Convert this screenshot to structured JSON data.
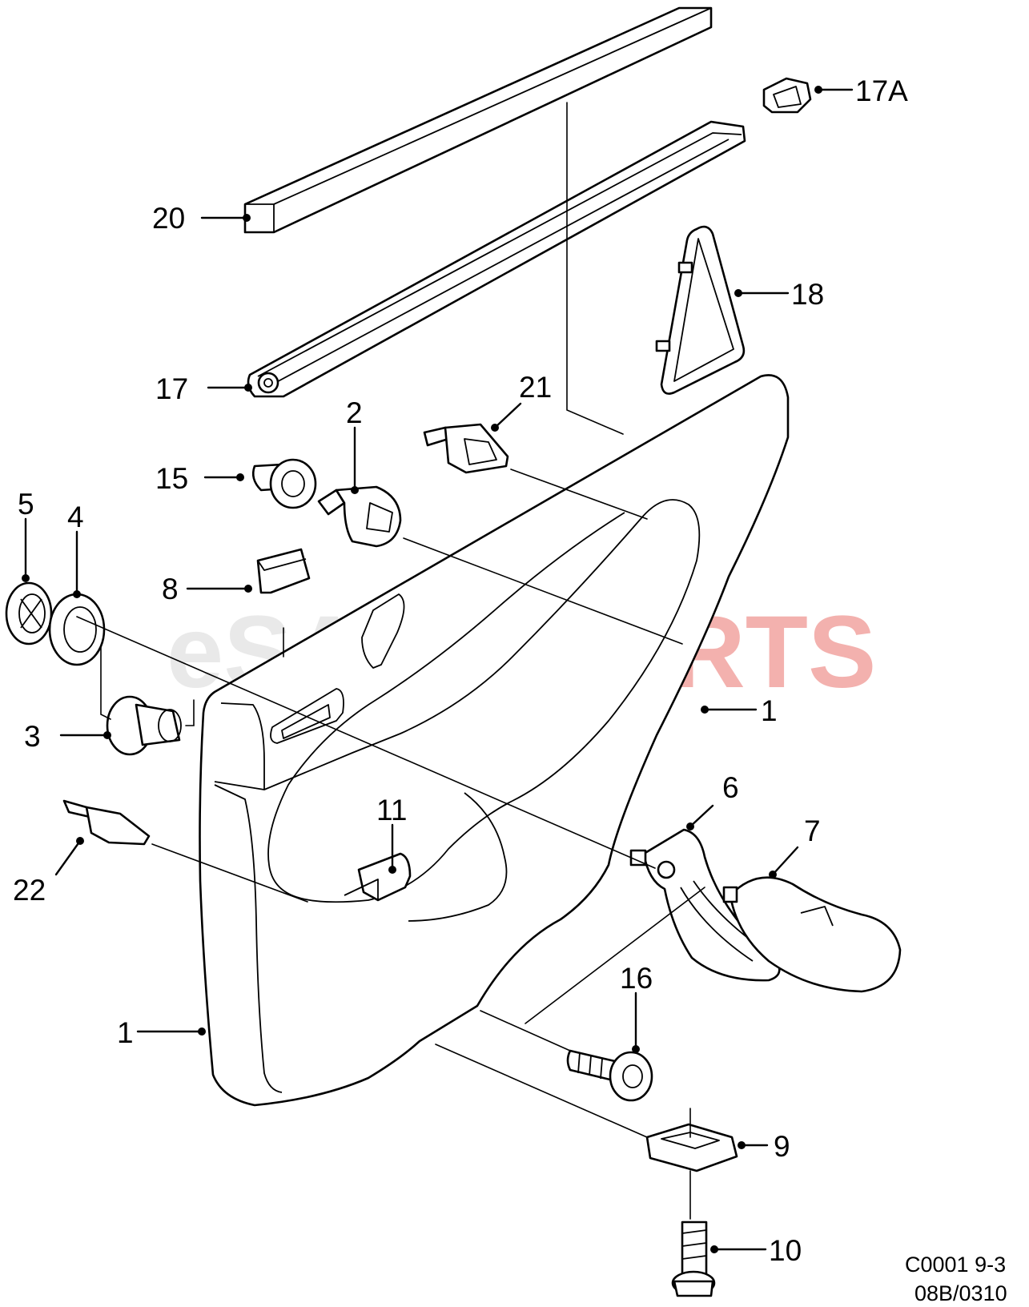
{
  "watermark": {
    "prefix": "eSAAB",
    "suffix": "PARTS",
    "prefix_color": "#e9e9e9",
    "suffix_color": "#f3b1ae"
  },
  "callouts": [
    {
      "id": "17A",
      "label": "17A"
    },
    {
      "id": "20",
      "label": "20"
    },
    {
      "id": "18",
      "label": "18"
    },
    {
      "id": "17",
      "label": "17"
    },
    {
      "id": "21",
      "label": "21"
    },
    {
      "id": "2",
      "label": "2"
    },
    {
      "id": "15",
      "label": "15"
    },
    {
      "id": "5",
      "label": "5"
    },
    {
      "id": "4",
      "label": "4"
    },
    {
      "id": "8",
      "label": "8"
    },
    {
      "id": "1a",
      "label": "1"
    },
    {
      "id": "3",
      "label": "3"
    },
    {
      "id": "6",
      "label": "6"
    },
    {
      "id": "7",
      "label": "7"
    },
    {
      "id": "11",
      "label": "11"
    },
    {
      "id": "22",
      "label": "22"
    },
    {
      "id": "16",
      "label": "16"
    },
    {
      "id": "1b",
      "label": "1"
    },
    {
      "id": "9",
      "label": "9"
    },
    {
      "id": "10",
      "label": "10"
    }
  ],
  "drawing_code": {
    "line1": "C0001 9-3",
    "line2": "08B/0310"
  }
}
